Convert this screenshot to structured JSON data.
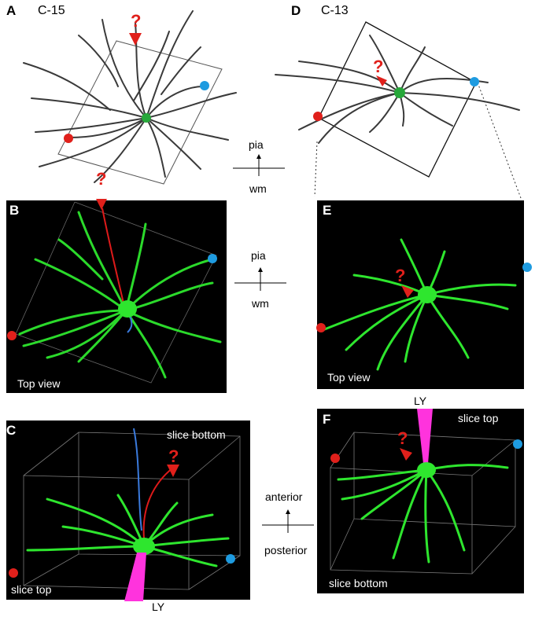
{
  "panels": {
    "A": {
      "letter": "A",
      "cell": "C-15"
    },
    "B": {
      "letter": "B",
      "view": "Top view"
    },
    "C": {
      "letter": "C",
      "top_right": "slice bottom",
      "bottom_left": "slice top",
      "marker": "LY"
    },
    "D": {
      "letter": "D",
      "cell": "C-13"
    },
    "E": {
      "letter": "E",
      "view": "Top view"
    },
    "F": {
      "letter": "F",
      "top_right": "slice top",
      "bottom_left": "slice bottom",
      "marker": "LY"
    }
  },
  "question_mark": "?",
  "axes": {
    "ab": {
      "up": "pia",
      "down": "wm"
    },
    "be": {
      "up": "pia",
      "down": "wm"
    },
    "cf": {
      "up": "anterior",
      "down": "posterior"
    }
  },
  "colors": {
    "dendrite_trace": "#3a3a3a",
    "neuron_fluorescence": "#2ee62e",
    "soma_marker": "#27a83a",
    "red_marker": "#e0201b",
    "blue_marker": "#1e9be0",
    "ly_pipette": "#ff33dd"
  }
}
